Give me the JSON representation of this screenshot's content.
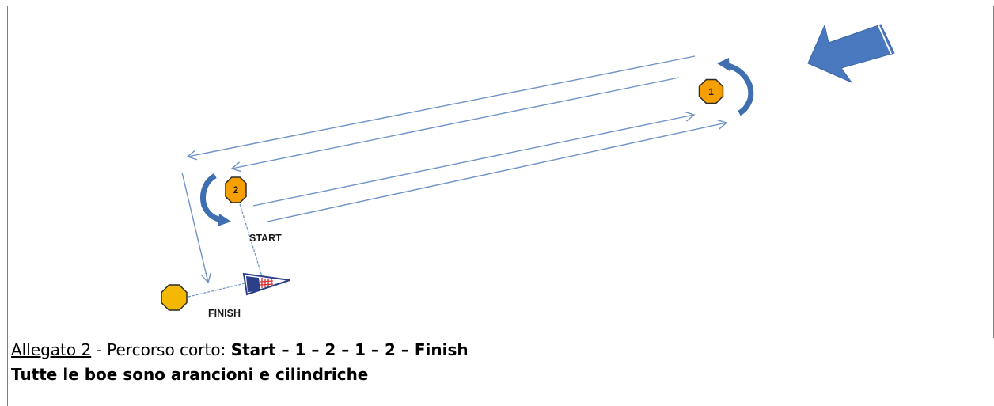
{
  "diagram": {
    "marks": [
      {
        "number": "1",
        "color": "#f5a000"
      },
      {
        "number": "2",
        "color": "#f5a000"
      }
    ],
    "finish_mark_color": "#f5b800",
    "start_label": "START",
    "finish_label": "FINISH",
    "course_line_color": "#6f93c6",
    "rounding_arrow_color": "#3f6fb0",
    "wind_arrow_color": "#4a78be"
  },
  "caption": {
    "attachment": "Allegato 2",
    "separator": " - Percorso corto: ",
    "course": "Start – 1 – 2 – 1 – 2 – Finish",
    "note": "Tutte le boe sono arancioni e cilindriche"
  }
}
